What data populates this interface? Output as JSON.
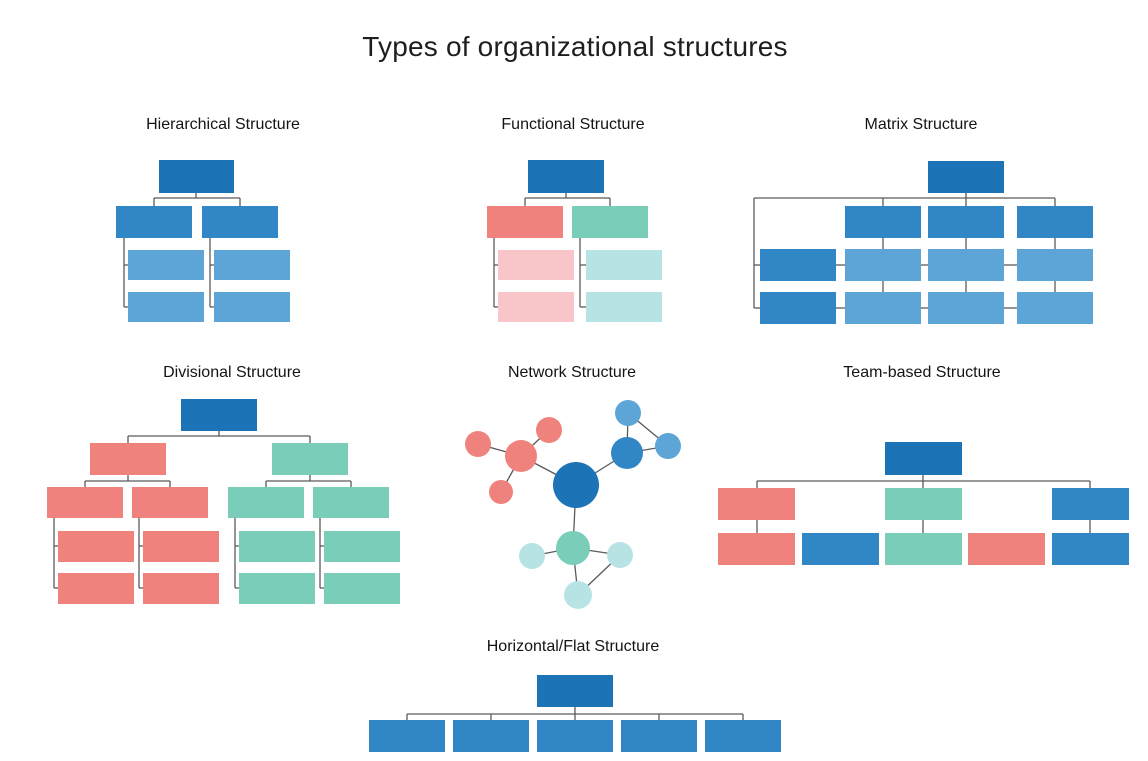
{
  "page_title": "Types of organizational structures",
  "colors": {
    "dark_blue": "#1c73b6",
    "med_blue": "#3187c5",
    "light_blue": "#5da4d7",
    "salmon": "#f0827d",
    "light_pink": "#f8c6c8",
    "teal": "#79cdb9",
    "light_teal": "#b8e3e4",
    "line": "#5a5a5a"
  },
  "panels": [
    {
      "id": "hierarchical",
      "label": "Hierarchical Structure",
      "lines": [
        [
          196,
          193,
          196,
          198
        ],
        [
          154,
          198,
          240,
          198
        ],
        [
          154,
          198,
          154,
          206
        ],
        [
          240,
          198,
          240,
          206
        ],
        [
          124,
          238,
          124,
          307
        ],
        [
          124,
          265,
          128,
          265
        ],
        [
          124,
          307,
          128,
          307
        ],
        [
          210,
          238,
          210,
          307
        ],
        [
          210,
          265,
          214,
          265
        ],
        [
          210,
          307,
          214,
          307
        ]
      ],
      "rects": [
        [
          159,
          160,
          75,
          33,
          "dark_blue"
        ],
        [
          116,
          206,
          76,
          32,
          "med_blue"
        ],
        [
          202,
          206,
          76,
          32,
          "med_blue"
        ],
        [
          128,
          250,
          76,
          30,
          "light_blue"
        ],
        [
          128,
          292,
          76,
          30,
          "light_blue"
        ],
        [
          214,
          250,
          76,
          30,
          "light_blue"
        ],
        [
          214,
          292,
          76,
          30,
          "light_blue"
        ]
      ]
    },
    {
      "id": "functional",
      "label": "Functional Structure",
      "lines": [
        [
          566,
          193,
          566,
          198
        ],
        [
          525,
          198,
          610,
          198
        ],
        [
          525,
          198,
          525,
          206
        ],
        [
          610,
          198,
          610,
          206
        ],
        [
          494,
          238,
          494,
          307
        ],
        [
          494,
          265,
          498,
          265
        ],
        [
          494,
          307,
          498,
          307
        ],
        [
          580,
          238,
          580,
          307
        ],
        [
          580,
          265,
          586,
          265
        ],
        [
          580,
          307,
          586,
          307
        ]
      ],
      "rects": [
        [
          528,
          160,
          76,
          33,
          "dark_blue"
        ],
        [
          487,
          206,
          76,
          32,
          "salmon"
        ],
        [
          572,
          206,
          76,
          32,
          "teal"
        ],
        [
          498,
          250,
          76,
          30,
          "light_pink"
        ],
        [
          498,
          292,
          76,
          30,
          "light_pink"
        ],
        [
          586,
          250,
          76,
          30,
          "light_teal"
        ],
        [
          586,
          292,
          76,
          30,
          "light_teal"
        ]
      ]
    },
    {
      "id": "matrix",
      "label": "Matrix Structure",
      "lines": [
        [
          966,
          193,
          966,
          198
        ],
        [
          754,
          198,
          1055,
          198
        ],
        [
          883,
          198,
          883,
          206
        ],
        [
          966,
          198,
          966,
          206
        ],
        [
          1055,
          198,
          1055,
          206
        ],
        [
          754,
          198,
          754,
          308
        ],
        [
          754,
          265,
          760,
          265
        ],
        [
          754,
          308,
          760,
          308
        ],
        [
          883,
          238,
          883,
          249
        ],
        [
          966,
          238,
          966,
          249
        ],
        [
          1055,
          238,
          1055,
          249
        ],
        [
          883,
          281,
          883,
          292
        ],
        [
          966,
          281,
          966,
          292
        ],
        [
          1055,
          281,
          1055,
          292
        ],
        [
          836,
          265,
          845,
          265
        ],
        [
          921,
          265,
          928,
          265
        ],
        [
          1004,
          265,
          1017,
          265
        ],
        [
          836,
          308,
          845,
          308
        ],
        [
          921,
          308,
          928,
          308
        ],
        [
          1004,
          308,
          1017,
          308
        ]
      ],
      "rects": [
        [
          928,
          161,
          76,
          32,
          "dark_blue"
        ],
        [
          845,
          206,
          76,
          32,
          "med_blue"
        ],
        [
          928,
          206,
          76,
          32,
          "med_blue"
        ],
        [
          1017,
          206,
          76,
          32,
          "med_blue"
        ],
        [
          760,
          249,
          76,
          32,
          "med_blue"
        ],
        [
          760,
          292,
          76,
          32,
          "med_blue"
        ],
        [
          845,
          249,
          76,
          32,
          "light_blue"
        ],
        [
          928,
          249,
          76,
          32,
          "light_blue"
        ],
        [
          1017,
          249,
          76,
          32,
          "light_blue"
        ],
        [
          845,
          292,
          76,
          32,
          "light_blue"
        ],
        [
          928,
          292,
          76,
          32,
          "light_blue"
        ],
        [
          1017,
          292,
          76,
          32,
          "light_blue"
        ]
      ]
    },
    {
      "id": "divisional",
      "label": "Divisional Structure",
      "lines": [
        [
          219,
          431,
          219,
          436
        ],
        [
          128,
          436,
          310,
          436
        ],
        [
          128,
          436,
          128,
          443
        ],
        [
          310,
          436,
          310,
          443
        ],
        [
          128,
          475,
          128,
          481
        ],
        [
          85,
          481,
          170,
          481
        ],
        [
          85,
          481,
          85,
          487
        ],
        [
          170,
          481,
          170,
          487
        ],
        [
          310,
          475,
          310,
          481
        ],
        [
          266,
          481,
          351,
          481
        ],
        [
          266,
          481,
          266,
          487
        ],
        [
          351,
          481,
          351,
          487
        ],
        [
          54,
          518,
          54,
          588
        ],
        [
          54,
          546,
          58,
          546
        ],
        [
          54,
          588,
          58,
          588
        ],
        [
          139,
          518,
          139,
          588
        ],
        [
          139,
          546,
          143,
          546
        ],
        [
          139,
          588,
          143,
          588
        ],
        [
          235,
          518,
          235,
          588
        ],
        [
          235,
          546,
          239,
          546
        ],
        [
          235,
          588,
          239,
          588
        ],
        [
          320,
          518,
          320,
          588
        ],
        [
          320,
          546,
          324,
          546
        ],
        [
          320,
          588,
          324,
          588
        ]
      ],
      "rects": [
        [
          181,
          399,
          76,
          32,
          "dark_blue"
        ],
        [
          90,
          443,
          76,
          32,
          "salmon"
        ],
        [
          272,
          443,
          76,
          32,
          "teal"
        ],
        [
          47,
          487,
          76,
          31,
          "salmon"
        ],
        [
          132,
          487,
          76,
          31,
          "salmon"
        ],
        [
          228,
          487,
          76,
          31,
          "teal"
        ],
        [
          313,
          487,
          76,
          31,
          "teal"
        ],
        [
          58,
          531,
          76,
          31,
          "salmon"
        ],
        [
          58,
          573,
          76,
          31,
          "salmon"
        ],
        [
          143,
          531,
          76,
          31,
          "salmon"
        ],
        [
          143,
          573,
          76,
          31,
          "salmon"
        ],
        [
          239,
          531,
          76,
          31,
          "teal"
        ],
        [
          239,
          573,
          76,
          31,
          "teal"
        ],
        [
          324,
          531,
          76,
          31,
          "teal"
        ],
        [
          324,
          573,
          76,
          31,
          "teal"
        ]
      ]
    },
    {
      "id": "network",
      "label": "Network Structure",
      "lines": [
        [
          576,
          485,
          521,
          456
        ],
        [
          576,
          485,
          627,
          453
        ],
        [
          576,
          485,
          573,
          548
        ],
        [
          521,
          456,
          478,
          444
        ],
        [
          521,
          456,
          549,
          430
        ],
        [
          521,
          456,
          501,
          492
        ],
        [
          627,
          453,
          628,
          413
        ],
        [
          627,
          453,
          668,
          446
        ],
        [
          628,
          413,
          668,
          446
        ],
        [
          573,
          548,
          532,
          556
        ],
        [
          573,
          548,
          620,
          555
        ],
        [
          573,
          548,
          578,
          595
        ],
        [
          578,
          595,
          620,
          555
        ]
      ],
      "circles": [
        [
          576,
          485,
          23,
          "dark_blue"
        ],
        [
          521,
          456,
          16,
          "salmon"
        ],
        [
          478,
          444,
          13,
          "salmon"
        ],
        [
          549,
          430,
          13,
          "salmon"
        ],
        [
          501,
          492,
          12,
          "salmon"
        ],
        [
          627,
          453,
          16,
          "med_blue"
        ],
        [
          628,
          413,
          13,
          "light_blue"
        ],
        [
          668,
          446,
          13,
          "light_blue"
        ],
        [
          573,
          548,
          17,
          "teal"
        ],
        [
          532,
          556,
          13,
          "light_teal"
        ],
        [
          620,
          555,
          13,
          "light_teal"
        ],
        [
          578,
          595,
          14,
          "light_teal"
        ]
      ]
    },
    {
      "id": "team_based",
      "label": "Team-based Structure",
      "lines": [
        [
          923,
          475,
          923,
          481
        ],
        [
          757,
          481,
          1090,
          481
        ],
        [
          757,
          481,
          757,
          488
        ],
        [
          923,
          481,
          923,
          488
        ],
        [
          1090,
          481,
          1090,
          488
        ],
        [
          757,
          520,
          757,
          533
        ],
        [
          923,
          520,
          923,
          533
        ],
        [
          1090,
          520,
          1090,
          533
        ]
      ],
      "rects": [
        [
          885,
          442,
          77,
          33,
          "dark_blue"
        ],
        [
          718,
          488,
          77,
          32,
          "salmon"
        ],
        [
          885,
          488,
          77,
          32,
          "teal"
        ],
        [
          1052,
          488,
          77,
          32,
          "med_blue"
        ],
        [
          718,
          533,
          77,
          32,
          "salmon"
        ],
        [
          802,
          533,
          77,
          32,
          "med_blue"
        ],
        [
          885,
          533,
          77,
          32,
          "teal"
        ],
        [
          968,
          533,
          77,
          32,
          "salmon"
        ],
        [
          1052,
          533,
          77,
          32,
          "med_blue"
        ]
      ]
    },
    {
      "id": "horizontal_flat",
      "label": "Horizontal/Flat Structure",
      "lines": [
        [
          575,
          707,
          575,
          714
        ],
        [
          407,
          714,
          743,
          714
        ],
        [
          407,
          714,
          407,
          720
        ],
        [
          491,
          714,
          491,
          720
        ],
        [
          575,
          714,
          575,
          720
        ],
        [
          659,
          714,
          659,
          720
        ],
        [
          743,
          714,
          743,
          720
        ]
      ],
      "rects": [
        [
          537,
          675,
          76,
          32,
          "dark_blue"
        ],
        [
          369,
          720,
          76,
          32,
          "med_blue"
        ],
        [
          453,
          720,
          76,
          32,
          "med_blue"
        ],
        [
          537,
          720,
          76,
          32,
          "med_blue"
        ],
        [
          621,
          720,
          76,
          32,
          "med_blue"
        ],
        [
          705,
          720,
          76,
          32,
          "med_blue"
        ]
      ]
    }
  ]
}
